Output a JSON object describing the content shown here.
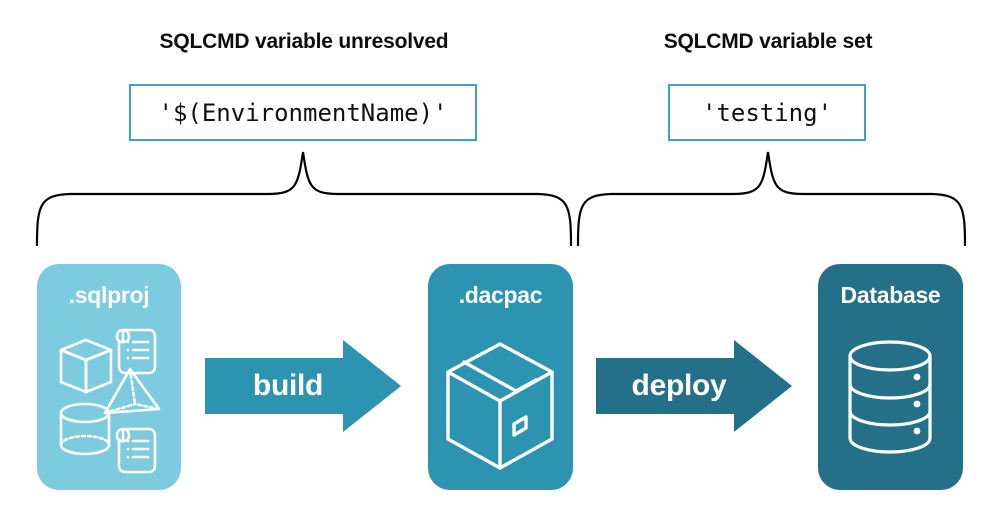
{
  "diagram": {
    "title_left": "SQLCMD variable unresolved",
    "title_right": "SQLCMD variable set",
    "code_left": "'$(EnvironmentName)'",
    "code_right": "'testing'",
    "stages": [
      {
        "label": ".sqlproj",
        "color": "#7ccbdf",
        "icon": "sqlproj-objects-icon"
      },
      {
        "label": ".dacpac",
        "color": "#2c93b0",
        "icon": "package-box-icon"
      },
      {
        "label": "Database",
        "color": "#247089",
        "icon": "database-cylinder-icon"
      }
    ],
    "arrows": [
      {
        "label": "build",
        "color": "#2c93b0"
      },
      {
        "label": "deploy",
        "color": "#247089"
      }
    ],
    "accents": {
      "code_border": "#3aa5c2",
      "brace_stroke": "#000000",
      "heading_text": "#0d0d0d",
      "background": "#ffffff"
    }
  }
}
